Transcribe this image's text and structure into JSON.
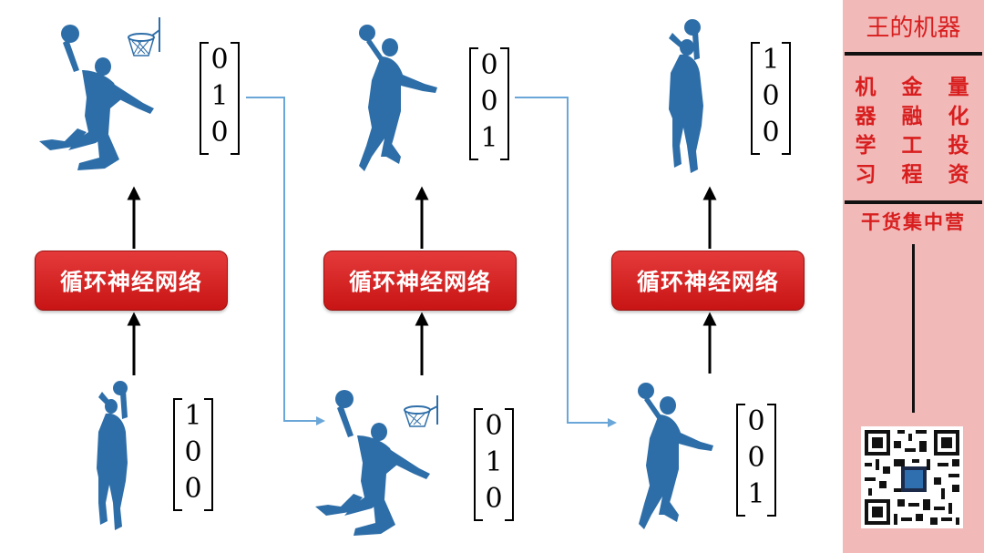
{
  "rnn_label": "循环神经网络",
  "cells": [
    {
      "rnn_label": "循环神经网络",
      "input_vector": [
        "1",
        "0",
        "0"
      ],
      "output_vector": [
        "0",
        "1",
        "0"
      ]
    },
    {
      "rnn_label": "循环神经网络",
      "input_vector": [
        "0",
        "1",
        "0"
      ],
      "output_vector": [
        "0",
        "0",
        "1"
      ]
    },
    {
      "rnn_label": "循环神经网络",
      "input_vector": [
        "0",
        "0",
        "1"
      ],
      "output_vector": [
        "1",
        "0",
        "0"
      ]
    }
  ],
  "sidebar": {
    "title": "王的机器",
    "columns": [
      [
        "机",
        "器",
        "学",
        "习"
      ],
      [
        "金",
        "融",
        "工",
        "程"
      ],
      [
        "量",
        "化",
        "投",
        "资"
      ]
    ],
    "bottom_label": "干货集中营"
  },
  "colors": {
    "silhouette": "#2e6ea8",
    "rnn_box": "#d92222",
    "connector": "#6aa6d8",
    "sidebar_bg": "#f2b9b9",
    "sidebar_text": "#d81e1e"
  },
  "icons": [
    "player-shooting-icon",
    "player-dunking-icon",
    "player-passing-icon",
    "basketball-hoop-icon",
    "qr-code-icon"
  ]
}
